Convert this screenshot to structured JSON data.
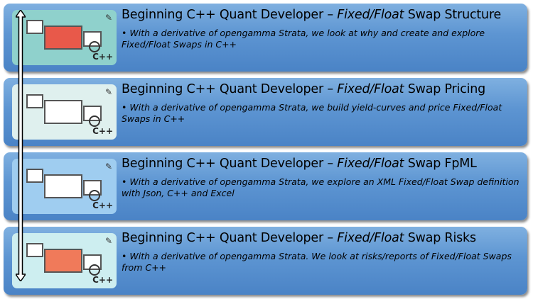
{
  "panels": [
    {
      "title_prefix": "Beginning C++ Quant Developer – ",
      "title_italic": "Fixed/Float",
      "title_suffix": " Swap Structure",
      "bullet": "With a derivative of opengamma Strata, we look at why and create and explore Fixed/Float Swaps in C++",
      "thumb_color": "#8fd1cc",
      "logo": "C++"
    },
    {
      "title_prefix": "Beginning C++ Quant Developer – ",
      "title_italic": "Fixed/Float",
      "title_suffix": " Swap Pricing",
      "bullet": "With a derivative of opengamma Strata, we build yield-curves and price Fixed/Float Swaps in C++",
      "thumb_color": "#dff0ee",
      "logo": "C++"
    },
    {
      "title_prefix": "Beginning C++ Quant Developer – ",
      "title_italic": "Fixed/Float",
      "title_suffix": " Swap FpML",
      "bullet": "With a derivative of opengamma Strata, we explore an XML Fixed/Float Swap definition with Json, C++ and Excel",
      "thumb_color": "#9fcdf0",
      "logo": "C++"
    },
    {
      "title_prefix": "Beginning C++ Quant Developer – ",
      "title_italic": "Fixed/Float",
      "title_suffix": " Swap Risks",
      "bullet": "With a derivative of opengamma Strata. We look at risks/reports of Fixed/Float Swaps from C++",
      "thumb_color": "#cdeef0",
      "logo": "C++"
    }
  ]
}
